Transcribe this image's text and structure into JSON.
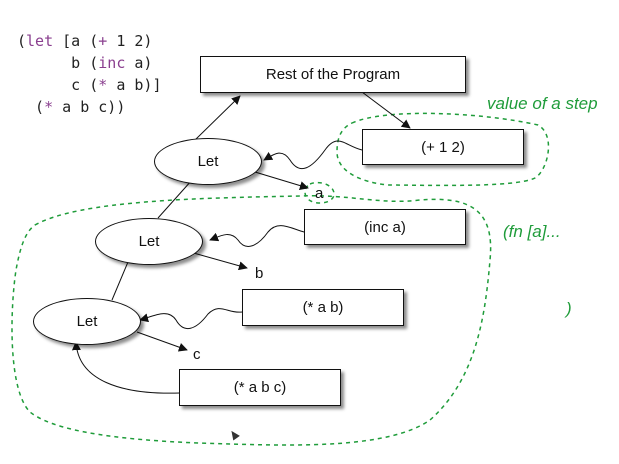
{
  "code": {
    "lines": [
      [
        {
          "t": "(",
          "kw": false
        },
        {
          "t": "let",
          "kw": true
        },
        {
          "t": " [a (",
          "kw": false
        },
        {
          "t": "+",
          "kw": true
        },
        {
          "t": " 1 2)",
          "kw": false
        }
      ],
      [
        {
          "t": "      b (",
          "kw": false
        },
        {
          "t": "inc",
          "kw": true
        },
        {
          "t": " a)",
          "kw": false
        }
      ],
      [
        {
          "t": "      c (",
          "kw": false
        },
        {
          "t": "*",
          "kw": true
        },
        {
          "t": " a b)]",
          "kw": false
        }
      ],
      [
        {
          "t": "  (",
          "kw": false
        },
        {
          "t": "*",
          "kw": true
        },
        {
          "t": " a b c))",
          "kw": false
        }
      ]
    ]
  },
  "nodes": {
    "rest_of_program": "Rest of the Program",
    "step_plus": "(+ 1 2)",
    "step_inc": "(inc a)",
    "step_mul_ab": "(* a b)",
    "step_mul_abc": "(* a b c)",
    "let_1": "Let",
    "let_2": "Let",
    "let_3": "Let"
  },
  "bindings": {
    "a": "a",
    "b": "b",
    "c": "c"
  },
  "annotations": {
    "value_of_step": "value of a step",
    "fn_open": "(fn [a]...",
    "fn_close": ")"
  },
  "colors": {
    "annotation": "#1f9c3a",
    "keyword": "#8a3f8f",
    "ink": "#111111"
  }
}
